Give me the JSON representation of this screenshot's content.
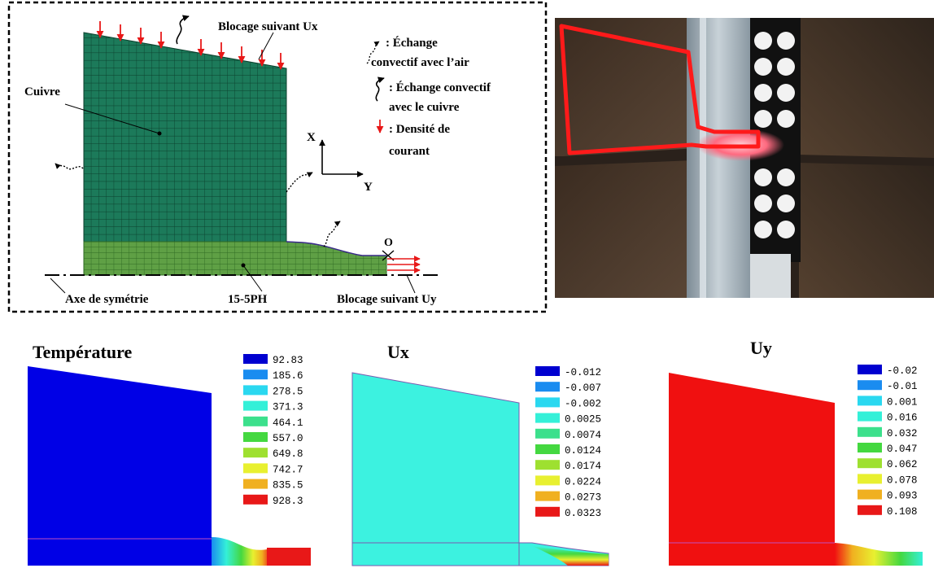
{
  "schematic": {
    "label_blocage_ux": "Blocage suivant Ux",
    "label_cuivre": "Cuivre",
    "label_axe": "Axe de symétrie",
    "label_material": "15-5PH",
    "label_blocage_uy": "Blocage suivant Uy",
    "axis_x": "X",
    "axis_y": "Y",
    "point_o": "O",
    "legend": {
      "conv_air_line1": ": Échange",
      "conv_air_line2": "convectif avec l’air",
      "conv_cu_line1": ": Échange convectif",
      "conv_cu_line2": "avec le cuivre",
      "current_line1": ": Densité de",
      "current_line2": "courant"
    }
  },
  "photo": {
    "description_icon": "experimental-setup-photo",
    "highlight_color": "#ff1a1a"
  },
  "fields": [
    {
      "title": "Température",
      "fill": "#0000e6",
      "legend_values": [
        "92.83",
        "185.6",
        "278.5",
        "371.3",
        "464.1",
        "557.0",
        "649.8",
        "742.7",
        "835.5",
        "928.3"
      ],
      "legend_colors": [
        "#0000d0",
        "#1a8cf0",
        "#2ad8f0",
        "#34f0d8",
        "#3ce08c",
        "#44d840",
        "#9ee030",
        "#e8f030",
        "#f0b020",
        "#e81818"
      ]
    },
    {
      "title": "Ux",
      "fill": "#3cf2e0",
      "legend_values": [
        "-0.012",
        "-0.007",
        "-0.002",
        "0.0025",
        "0.0074",
        "0.0124",
        "0.0174",
        "0.0224",
        "0.0273",
        "0.0323"
      ],
      "legend_colors": [
        "#0000d0",
        "#1a8cf0",
        "#2ad8f0",
        "#34f0d8",
        "#3ce08c",
        "#44d840",
        "#9ee030",
        "#e8f030",
        "#f0b020",
        "#e81818"
      ]
    },
    {
      "title": "Uy",
      "fill": "#f01010",
      "legend_values": [
        "-0.02",
        "-0.01",
        "0.001",
        "0.016",
        "0.032",
        "0.047",
        "0.062",
        "0.078",
        "0.093",
        "0.108"
      ],
      "legend_colors": [
        "#0000d0",
        "#1a8cf0",
        "#2ad8f0",
        "#34f0d8",
        "#3ce08c",
        "#44d840",
        "#9ee030",
        "#e8f030",
        "#f0b020",
        "#e81818"
      ]
    }
  ]
}
